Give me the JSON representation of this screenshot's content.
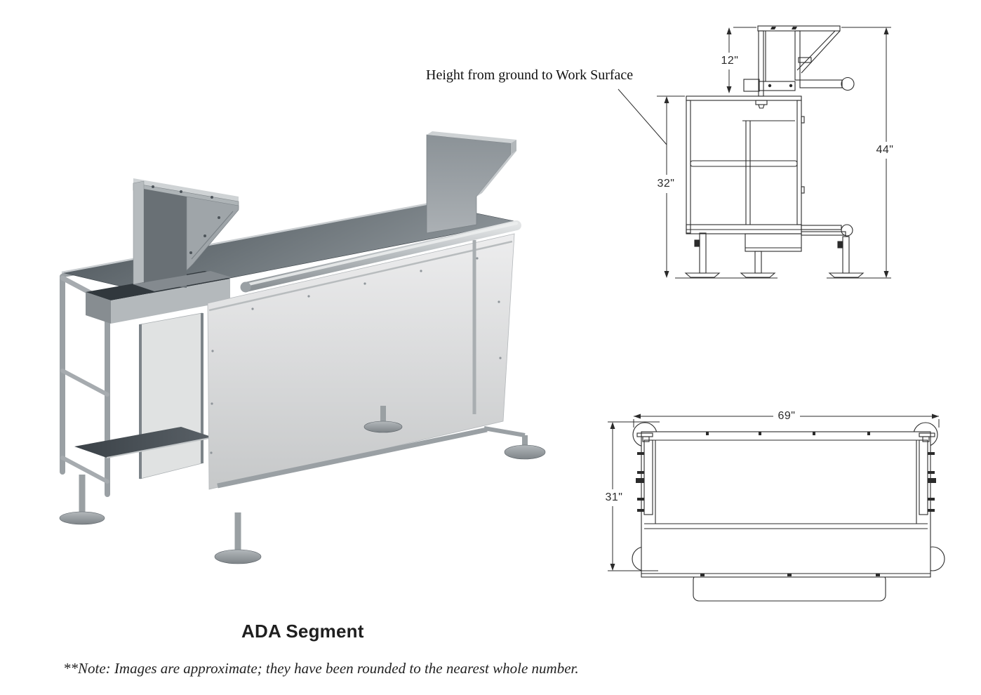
{
  "page": {
    "background": "#ffffff",
    "line_color": "#2b2b2b"
  },
  "callout": {
    "text": "Height from ground to Work Surface"
  },
  "elevation_view": {
    "name": "side elevation drawing",
    "dim_bracket_height": "12\"",
    "dim_work_surface_height": "32\"",
    "dim_overall_height": "44\""
  },
  "plan_view": {
    "name": "plan view drawing",
    "dim_length": "69\"",
    "dim_depth": "31\""
  },
  "caption": {
    "text": "ADA Segment"
  },
  "footnote": {
    "text": "**Note: Images are approximate; they have been rounded to the nearest whole number."
  }
}
